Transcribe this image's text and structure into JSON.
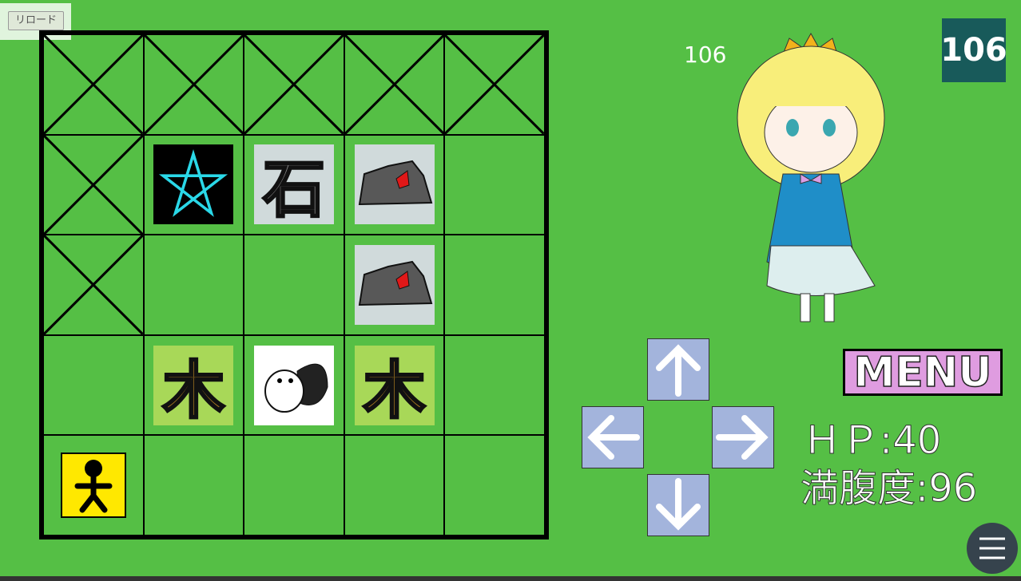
{
  "reload_label": "リロード",
  "counter_small": "106",
  "counter_badge": "106",
  "menu_label": "MENU",
  "stats": {
    "hp_label": "ＨＰ:",
    "hp": "40",
    "hunger_label": "満腹度:",
    "hunger": "96"
  },
  "board": {
    "rows": [
      [
        "x",
        "x",
        "x",
        "x",
        "x"
      ],
      [
        "x",
        "pentagram",
        "stone-kanji",
        "rock",
        ""
      ],
      [
        "x",
        "",
        "",
        "rock",
        ""
      ],
      [
        "",
        "tree-kanji",
        "butterfly",
        "tree-kanji",
        ""
      ],
      [
        "player",
        "",
        "",
        "",
        ""
      ]
    ]
  },
  "kanji": {
    "stone": "石",
    "tree": "木"
  },
  "colors": {
    "bg": "#55bf45",
    "menu": "#df9ce0",
    "arrow": "#a3b4dc",
    "badge": "#185a5a"
  }
}
